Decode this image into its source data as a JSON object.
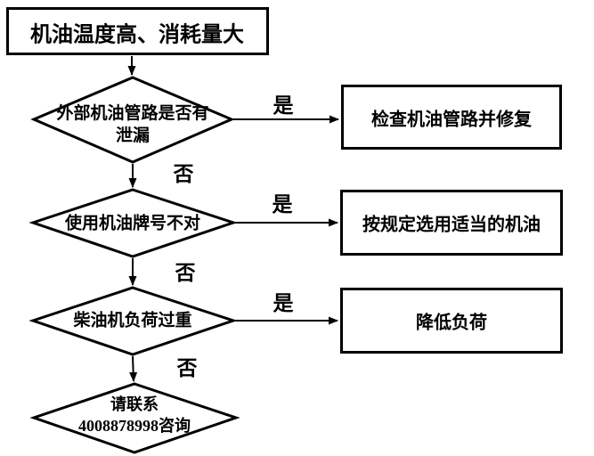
{
  "diagram": {
    "start_label": "机油温度高、消耗量大",
    "yes_label": "是",
    "no_label": "否",
    "decisions": [
      {
        "text_line1": "外部机油管路是否有",
        "text_line2": "泄漏",
        "yes_action": "检查机油管路并修复"
      },
      {
        "text_line1": "使用机油牌号不对",
        "yes_action": "按规定选用适当的机油"
      },
      {
        "text_line1": "柴油机负荷过重",
        "yes_action": "降低负荷"
      },
      {
        "text_line1": "请联系",
        "text_line2": "4008878998咨询"
      }
    ],
    "contact_phone": "4008878998",
    "colors": {
      "stroke": "#000000",
      "text": "#000000",
      "background": "#ffffff"
    }
  }
}
